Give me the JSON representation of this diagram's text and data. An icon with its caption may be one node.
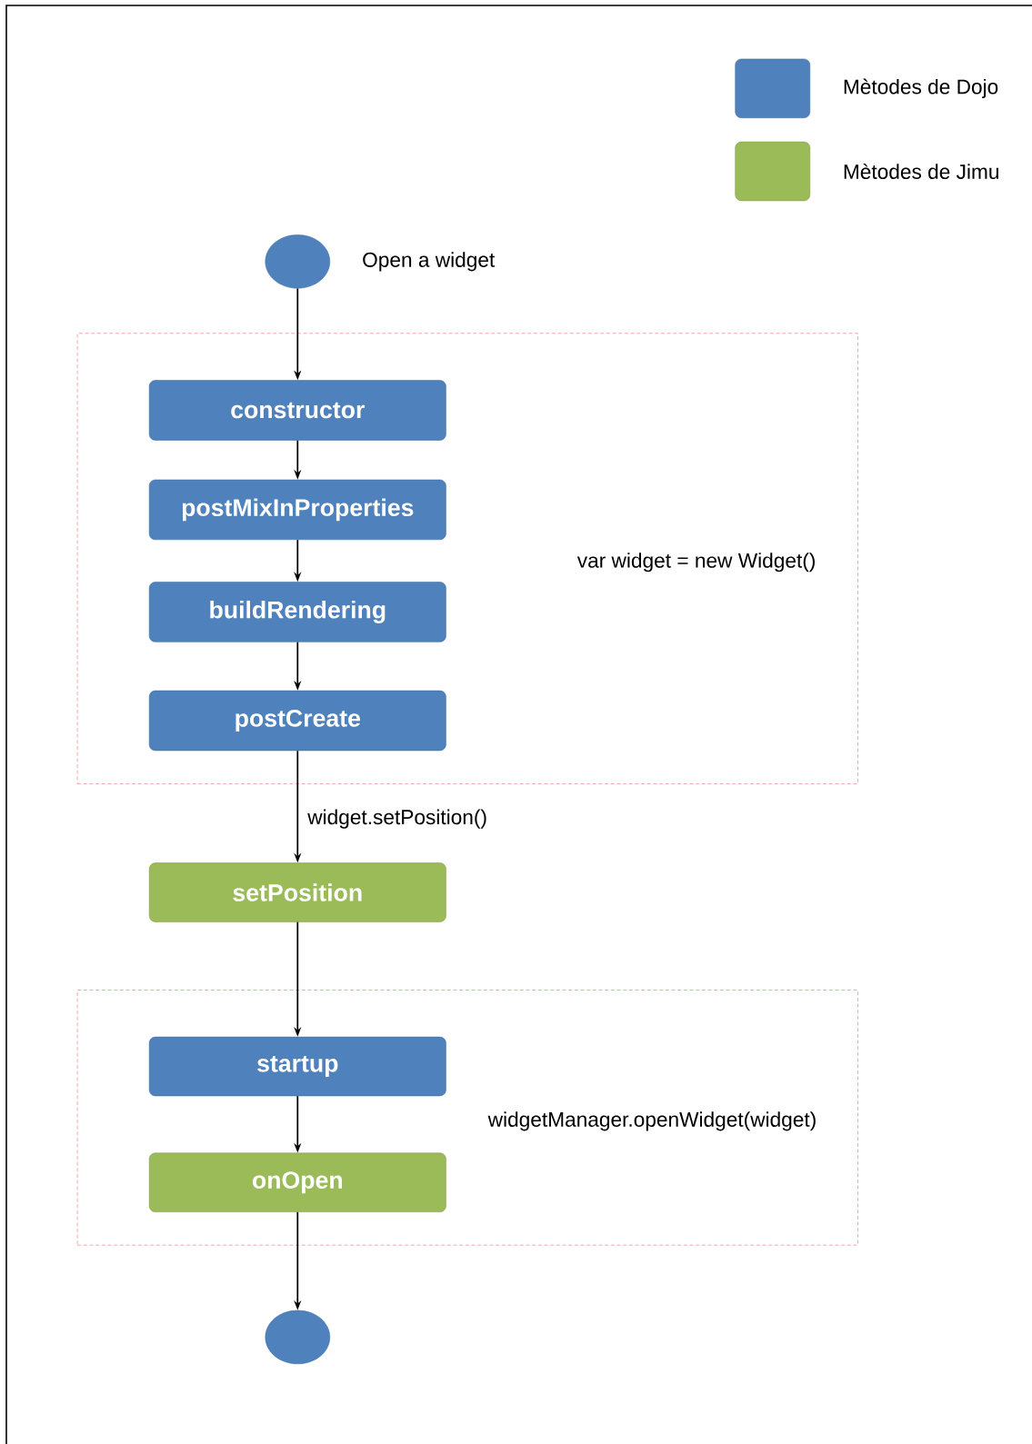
{
  "diagram": {
    "nodes": [
      {
        "text": [],
        "shape": "circle",
        "beside": [
          "Open a widget"
        ]
      },
      {
        "text": [
          "var widget = new Widget()"
        ]
      },
      {
        "text": [
          "constructor"
        ],
        "in": 1
      },
      {
        "text": [
          "postMixInProperties"
        ],
        "in": 1
      },
      {
        "text": [
          "buildRendering"
        ],
        "in": 1
      },
      {
        "text": [
          "postCreate"
        ],
        "in": 1
      },
      {
        "text": [
          "setPosition"
        ]
      },
      {
        "text": [
          "widgetManager.openWidget(widget)"
        ]
      },
      {
        "text": [
          "startup"
        ],
        "in": 7
      },
      {
        "text": [
          "onOpen"
        ],
        "in": 7
      },
      {
        "text": [],
        "shape": "circle"
      }
    ],
    "edges": [
      {
        "from": 0,
        "to": 2,
        "arrow": "to"
      },
      {
        "from": 2,
        "to": 3,
        "arrow": "to"
      },
      {
        "from": 3,
        "to": 4,
        "arrow": "to"
      },
      {
        "from": 4,
        "to": 5,
        "arrow": "to"
      },
      {
        "from": 5,
        "to": 6,
        "arrow": "to",
        "label": "widget.setPosition()"
      },
      {
        "from": 6,
        "to": 8,
        "arrow": "to"
      },
      {
        "from": 8,
        "to": 9,
        "arrow": "to"
      },
      {
        "from": 9,
        "to": 10,
        "arrow": "to"
      }
    ],
    "legend": [
      {
        "text": "Mètodes de Dojo",
        "color": "#4f81bd"
      },
      {
        "text": "Mètodes de Jimu",
        "color": "#9bbb59"
      }
    ]
  }
}
